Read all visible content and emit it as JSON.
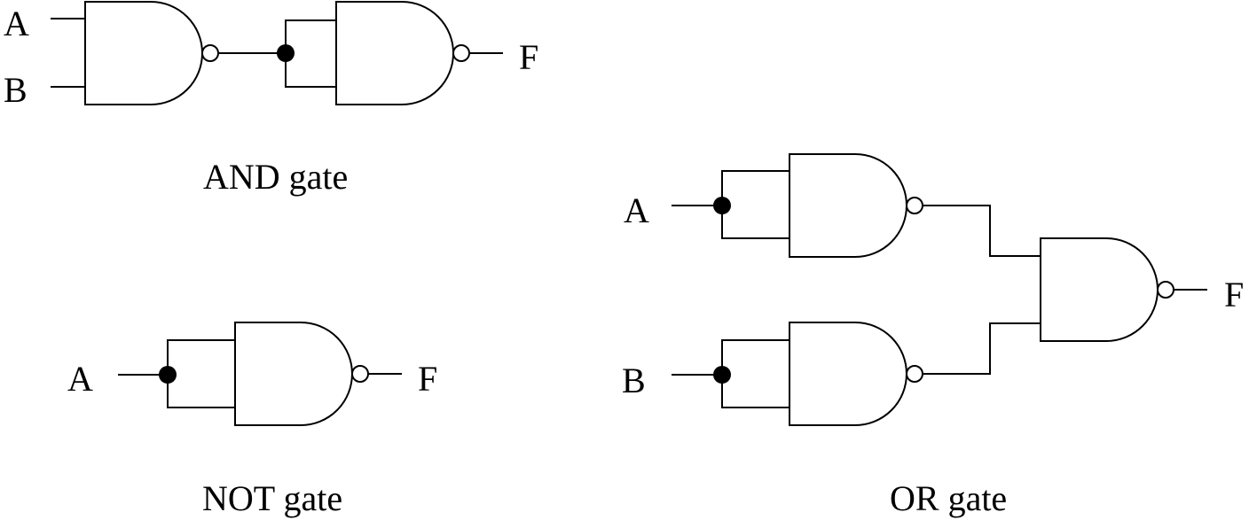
{
  "and_gate": {
    "caption": "AND gate",
    "input_a": "A",
    "input_b": "B",
    "output": "F"
  },
  "not_gate": {
    "caption": "NOT gate",
    "input_a": "A",
    "output": "F"
  },
  "or_gate": {
    "caption": "OR gate",
    "input_a": "A",
    "input_b": "B",
    "output": "F"
  }
}
